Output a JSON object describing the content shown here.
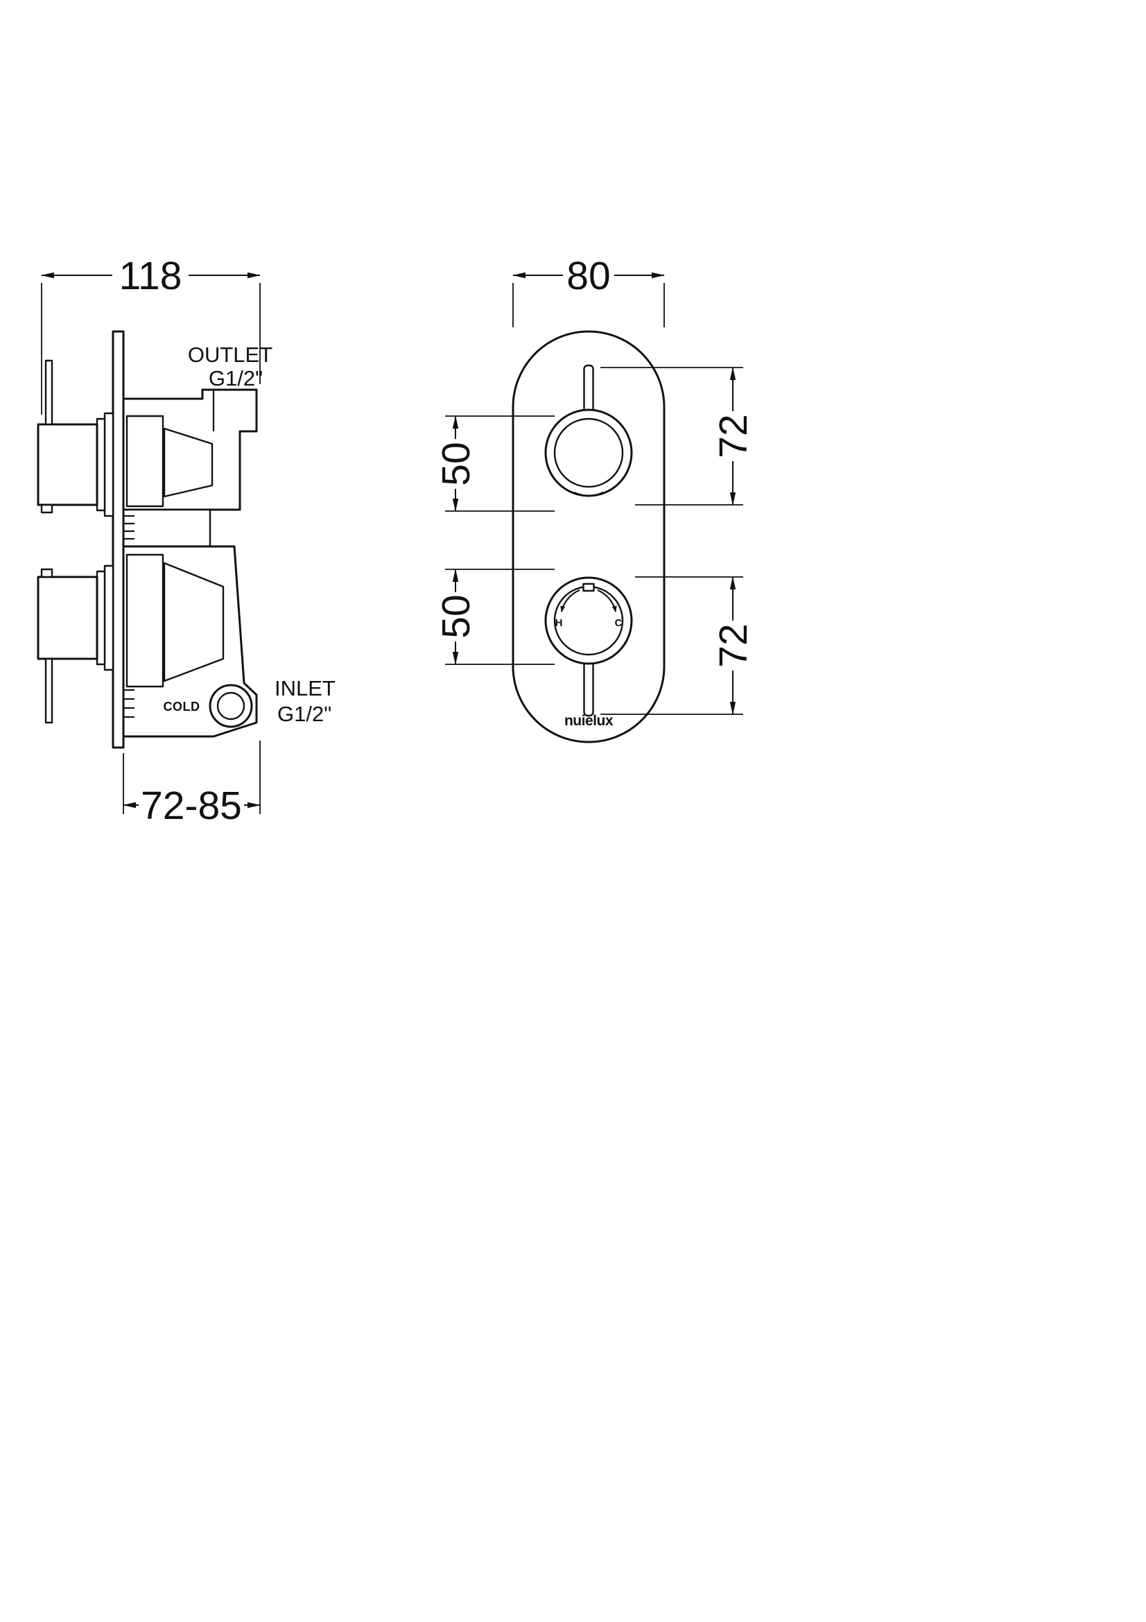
{
  "side_view": {
    "width_mm": "118",
    "depth_range_mm": "72-85",
    "outlet": {
      "label": "OUTLET",
      "thread": "G1/2\""
    },
    "inlet": {
      "label": "INLET",
      "thread": "G1/2\""
    },
    "cold_label": "COLD"
  },
  "front_view": {
    "width_mm": "80",
    "spacing_top_mm": "50",
    "spacing_bottom_mm": "50",
    "offset_top_mm": "72",
    "offset_bottom_mm": "72",
    "hot_marker": "H",
    "cold_marker": "C",
    "brand": "nuielux"
  }
}
